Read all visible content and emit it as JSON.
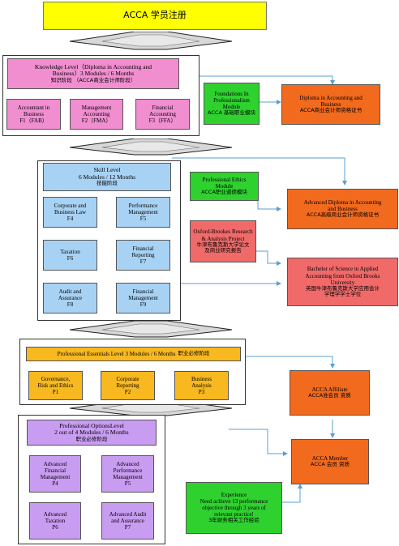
{
  "title": "ACCA 学员注册",
  "knowledge": {
    "header_line1": "Knowledge Level（Diploma in Accounting and",
    "header_line2": "Business）3 Modules / 6 Months",
    "header_cn": "知识阶段 （ACCA商业会计师阶段）",
    "modules": [
      {
        "l1": "Accountant in",
        "l2": "Business",
        "l3": "F1（FAB）"
      },
      {
        "l1": "Management",
        "l2": "Accounting",
        "l3": "F2（FMA）"
      },
      {
        "l1": "Financial",
        "l2": "Accounting",
        "l3": "F3（FFA）"
      }
    ]
  },
  "foundations": {
    "l1": "Foundations In",
    "l2": "Professionalism",
    "l3": "Module",
    "cn": "ACCA 基础职业模块"
  },
  "diploma": {
    "l1": "Diploma in Accounting and",
    "l2": "Business",
    "cn": "ACCA商业会计师资格证书"
  },
  "skill": {
    "header_line1": "Skill Level",
    "header_line2": "6 Modules / 12 Months",
    "header_cn": "技能阶段",
    "modules": [
      {
        "l1": "Corporate  and",
        "l2": "Business Law",
        "l3": "F4"
      },
      {
        "l1": "Performance",
        "l2": "Management",
        "l3": "F5"
      },
      {
        "l1": "Taxation",
        "l2": "F6",
        "l3": ""
      },
      {
        "l1": "Financial",
        "l2": "Reporting",
        "l3": "F7"
      },
      {
        "l1": "Audit and",
        "l2": "Assurance",
        "l3": "F8"
      },
      {
        "l1": "Financial",
        "l2": "Management",
        "l3": "F9"
      }
    ]
  },
  "ethics": {
    "l1": "Professional Ethics",
    "l2": "Module",
    "cn": "ACCA职业道德模块"
  },
  "adv_diploma": {
    "l1": "Advanced Diploma in Accounting",
    "l2": "and Business",
    "cn": "ACCA高级商业会计师资格证书"
  },
  "oxford_project": {
    "l1": "Oxford-Brookes Research",
    "l2": "& Analysis Project",
    "cn1": "牛津布鲁克斯大学论文",
    "cn2": "及商业研究报告"
  },
  "bachelor": {
    "l1": "Bachelor of Science in Applied",
    "l2": "Accounting from Oxford Brooks",
    "l3": "University",
    "cn1": "英国牛津布鲁克斯大学应用会计",
    "cn2": "学理学学士学位"
  },
  "essentials": {
    "header": "Professional Essentials Level  3 Modules / 6 Months",
    "header_cn": "职业必修阶段",
    "modules": [
      {
        "l1": "Governance,",
        "l2": "Risk and Ethics",
        "l3": "P1"
      },
      {
        "l1": "Corporate",
        "l2": "Reporting",
        "l3": "P2"
      },
      {
        "l1": "Business",
        "l2": "Analysis",
        "l3": "P3"
      }
    ]
  },
  "affiliate": {
    "l1": "ACCA Affiliate",
    "cn": "ACCA准会员 资质"
  },
  "options": {
    "header_line1": "Professional OptionsLevel",
    "header_line2": "2 out of 4 Modules / 6 Months",
    "header_cn": "职业必修阶段",
    "modules": [
      {
        "l1": "Advanced",
        "l2": "Financial",
        "l3": "Management",
        "l4": "P4"
      },
      {
        "l1": "Advanced",
        "l2": "Performance",
        "l3": "Management",
        "l4": "P5"
      },
      {
        "l1": "Advanced",
        "l2": "Taxation",
        "l3": "P6",
        "l4": ""
      },
      {
        "l1": "Advanced Audit",
        "l2": "and Assurance",
        "l3": "P7",
        "l4": ""
      }
    ]
  },
  "member": {
    "l1": "ACCA Member",
    "cn": "ACCA 会员 资质"
  },
  "experience": {
    "l1": "Experience",
    "l2": "Need achieve 13 performance",
    "l3": "objective through 3 years of",
    "l4": "relevant practice!",
    "cn": "3年财务相关工作经验"
  },
  "colors": {
    "pink": "#f08ed0",
    "orange": "#f26a1d",
    "green": "#2fd12f",
    "blue": "#a8d2f4",
    "gold": "#f7b820",
    "purple": "#c89cf0",
    "red": "#f06a6a",
    "yellow": "#ffff00",
    "arrow": "#5a9fd0"
  }
}
